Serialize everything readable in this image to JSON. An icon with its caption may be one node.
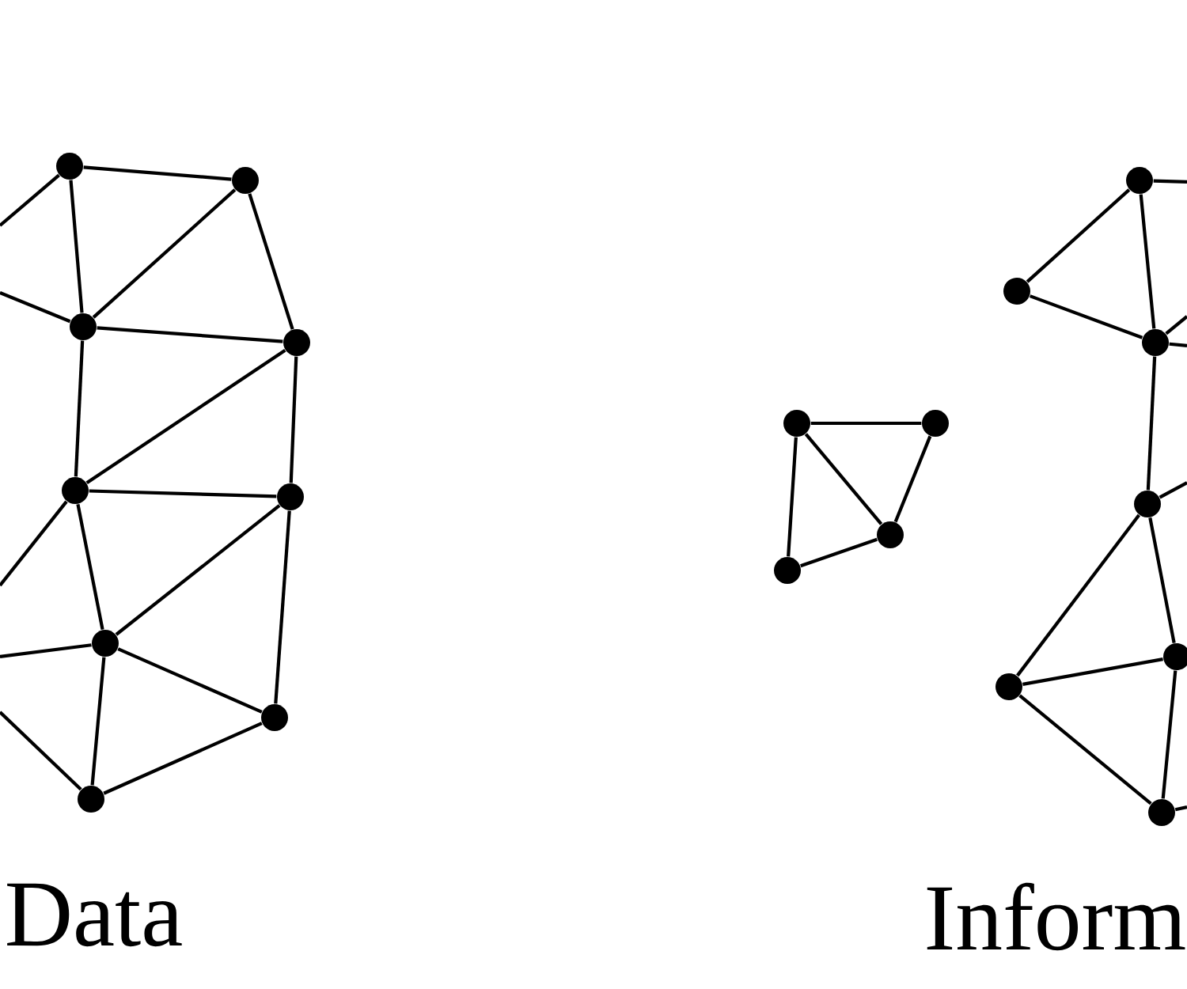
{
  "diagram": {
    "nodes": [
      {
        "text": [],
        "shape": "circle"
      },
      {
        "text": [],
        "shape": "circle"
      },
      {
        "text": [],
        "shape": "circle"
      },
      {
        "text": [],
        "shape": "circle"
      },
      {
        "text": [],
        "shape": "circle"
      },
      {
        "text": [],
        "shape": "circle"
      },
      {
        "text": [],
        "shape": "circle"
      },
      {
        "text": [],
        "shape": "circle"
      },
      {
        "text": [],
        "shape": "circle"
      },
      {
        "text": [],
        "shape": "circle"
      },
      {
        "text": [],
        "shape": "circle"
      },
      {
        "text": [],
        "shape": "circle"
      },
      {
        "text": [],
        "shape": "circle"
      },
      {
        "text": [],
        "shape": "circle"
      },
      {
        "text": [],
        "shape": "circle"
      },
      {
        "text": [],
        "shape": "circle"
      },
      {
        "text": [],
        "shape": "circle"
      },
      {
        "text": [],
        "shape": "circle"
      },
      {
        "text": [],
        "shape": "circle"
      },
      {
        "text": [],
        "shape": "circle"
      }
    ],
    "edges": [
      {
        "from": 0,
        "to": 1,
        "arrow": "none"
      },
      {
        "from": 0,
        "to": 2,
        "arrow": "none"
      },
      {
        "from": 1,
        "to": 2,
        "arrow": "none"
      },
      {
        "from": 1,
        "to": 3,
        "arrow": "none"
      },
      {
        "from": 2,
        "to": 3,
        "arrow": "none"
      },
      {
        "from": 2,
        "to": 4,
        "arrow": "none"
      },
      {
        "from": 3,
        "to": 4,
        "arrow": "none"
      },
      {
        "from": 3,
        "to": 5,
        "arrow": "none"
      },
      {
        "from": 4,
        "to": 5,
        "arrow": "none"
      },
      {
        "from": 4,
        "to": 6,
        "arrow": "none"
      },
      {
        "from": 5,
        "to": 6,
        "arrow": "none"
      },
      {
        "from": 5,
        "to": 7,
        "arrow": "none"
      },
      {
        "from": 6,
        "to": 7,
        "arrow": "none"
      },
      {
        "from": 6,
        "to": 8,
        "arrow": "none"
      },
      {
        "from": 7,
        "to": 8,
        "arrow": "none"
      },
      {
        "from": 0,
        "to": null,
        "arrow": "none"
      },
      {
        "from": 2,
        "to": null,
        "arrow": "none"
      },
      {
        "from": 4,
        "to": null,
        "arrow": "none"
      },
      {
        "from": 6,
        "to": null,
        "arrow": "none"
      },
      {
        "from": 8,
        "to": null,
        "arrow": "none"
      },
      {
        "from": 9,
        "to": 10,
        "arrow": "none"
      },
      {
        "from": 9,
        "to": 11,
        "arrow": "none"
      },
      {
        "from": 10,
        "to": 11,
        "arrow": "none"
      },
      {
        "from": 9,
        "to": 12,
        "arrow": "none"
      },
      {
        "from": 12,
        "to": 11,
        "arrow": "none"
      },
      {
        "from": 13,
        "to": 14,
        "arrow": "none"
      },
      {
        "from": 13,
        "to": 15,
        "arrow": "none"
      },
      {
        "from": 14,
        "to": 15,
        "arrow": "none"
      },
      {
        "from": 15,
        "to": 16,
        "arrow": "none"
      },
      {
        "from": 16,
        "to": 18,
        "arrow": "none"
      },
      {
        "from": 16,
        "to": 17,
        "arrow": "none"
      },
      {
        "from": 18,
        "to": 17,
        "arrow": "none"
      },
      {
        "from": 18,
        "to": 19,
        "arrow": "none"
      },
      {
        "from": 17,
        "to": 19,
        "arrow": "none"
      },
      {
        "from": 13,
        "to": null,
        "arrow": "none"
      },
      {
        "from": 15,
        "to": null,
        "arrow": "none"
      },
      {
        "from": 15,
        "to": null,
        "arrow": "none"
      },
      {
        "from": 16,
        "to": null,
        "arrow": "none"
      },
      {
        "from": 19,
        "to": null,
        "arrow": "none"
      }
    ],
    "labels": [
      "Data",
      "Inform"
    ]
  }
}
